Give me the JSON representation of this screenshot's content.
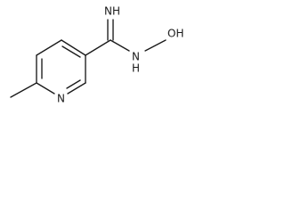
{
  "molecule": {
    "labels": {
      "imine": "NH",
      "amide_n": "N",
      "amide_h": "H",
      "hydroxyl": "OH",
      "ring_n": "N"
    }
  },
  "colors": {
    "ink": "#1a1a1a",
    "background": "#ffffff"
  }
}
